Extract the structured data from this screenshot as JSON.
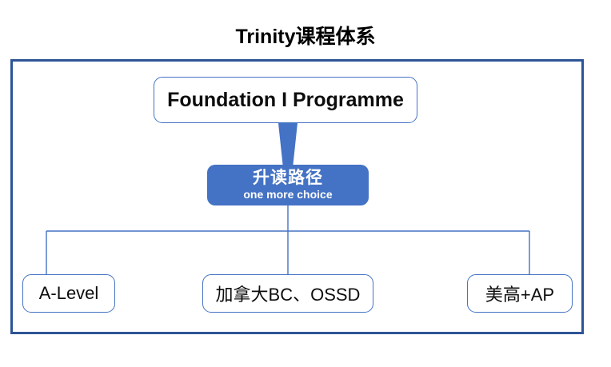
{
  "title": "Trinity课程体系",
  "colors": {
    "frame_border": "#2E5496",
    "node_border": "#4472C4",
    "highlight_fill": "#4472C4",
    "connector": "#4472C4",
    "text": "#0D0D0D",
    "highlight_text": "#FFFFFF",
    "background": "#FFFFFF"
  },
  "chart_data": {
    "type": "diagram",
    "title": "Trinity课程体系",
    "layout": "top-down org chart",
    "nodes": [
      {
        "id": "foundation",
        "label": "Foundation I Programme",
        "style": "outlined",
        "level": 0
      },
      {
        "id": "pathway",
        "label": "升读路径",
        "sublabel": "one more choice",
        "style": "filled",
        "level": 1
      },
      {
        "id": "a-level",
        "label": "A-Level",
        "style": "outlined",
        "level": 2
      },
      {
        "id": "bc-ossd",
        "label": "加拿大BC、OSSD",
        "style": "outlined",
        "level": 2
      },
      {
        "id": "us-ap",
        "label": "美高+AP",
        "style": "outlined",
        "level": 2
      }
    ],
    "edges": [
      {
        "from": "foundation",
        "to": "pathway",
        "style": "tapered-arrow"
      },
      {
        "from": "pathway",
        "to": "a-level",
        "style": "elbow"
      },
      {
        "from": "pathway",
        "to": "bc-ossd",
        "style": "elbow"
      },
      {
        "from": "pathway",
        "to": "us-ap",
        "style": "elbow"
      }
    ]
  }
}
